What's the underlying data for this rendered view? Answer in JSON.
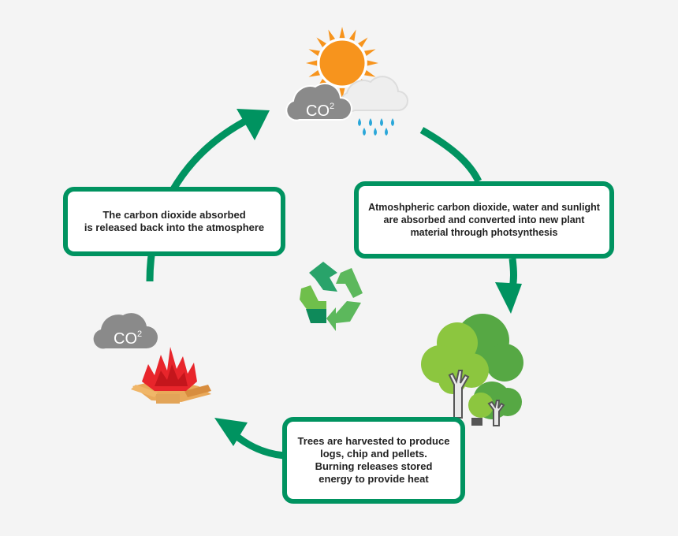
{
  "colors": {
    "accent": "#009360",
    "background": "#f4f4f4",
    "sun": "#f7941d",
    "cloud_co2": "#8a8a8a",
    "rain": "#2aa7d9",
    "tree_light": "#8cc63f",
    "tree_dark": "#56a844",
    "flame": "#e8252b",
    "wood": "#e9a95a"
  },
  "boxes": {
    "release": {
      "lines": [
        "The carbon dioxide absorbed",
        "is released back into the atmosphere"
      ]
    },
    "absorb": {
      "lines": [
        "Atmoshpheric carbon dioxide, water and sunlight",
        "are absorbed and converted into new plant",
        "material through photsynthesis"
      ]
    },
    "harvest": {
      "lines": [
        "Trees are harvested to produce",
        "logs, chip and pellets.",
        "Burning releases stored",
        "energy to provide heat"
      ]
    }
  },
  "co2_labels": {
    "sky": {
      "text": "CO",
      "sup": "2"
    },
    "fire": {
      "text": "CO",
      "sup": "2"
    }
  },
  "icons": [
    "sun-icon",
    "co2-cloud-icon",
    "rain-cloud-icon",
    "recycle-icon",
    "trees-icon",
    "campfire-icon"
  ]
}
